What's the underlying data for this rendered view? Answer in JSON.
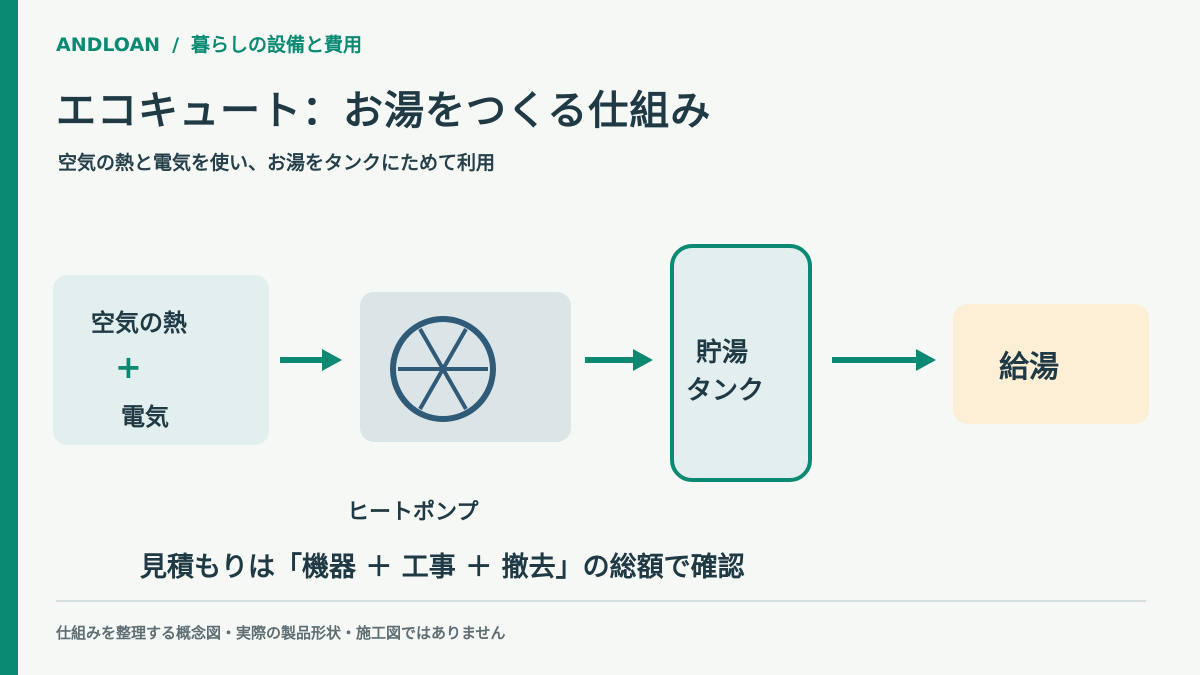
{
  "colors": {
    "accent": "#0b8a73",
    "text": "#1f3a44",
    "input_bg": "#e3efee",
    "pump_bg": "#dbe4e6",
    "supply_bg": "#fdefd6"
  },
  "breadcrumb": {
    "brand": "ANDLOAN",
    "separator": "/",
    "section": "暮らしの設備と費用"
  },
  "title": "エコキュート：お湯をつくる仕組み",
  "subtitle": "空気の熱と電気を使い、お湯をタンクにためて利用",
  "diagram": {
    "input": {
      "line1": "空気の熱",
      "plus": "+",
      "line2": "電気"
    },
    "heat_pump": {
      "label": "ヒートポンプ",
      "icon": "fan-icon"
    },
    "tank": {
      "line1": "貯湯",
      "line2": "タンク"
    },
    "supply": {
      "label": "給湯"
    }
  },
  "summary": "見積もりは「機器 ＋ 工事 ＋ 撤去」の総額で確認",
  "footnote": "仕組みを整理する概念図・実際の製品形状・施工図ではありません"
}
